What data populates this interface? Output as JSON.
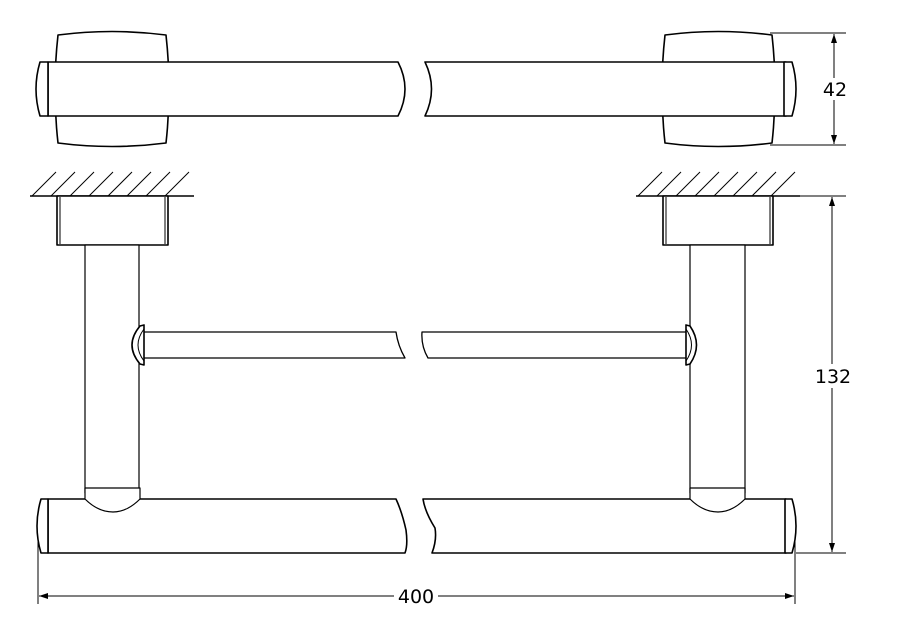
{
  "drawing": {
    "dimensions": {
      "depth_top_view": "42",
      "projection": "132",
      "length": "400"
    },
    "line_color": "#000000",
    "background_color": "#ffffff"
  }
}
